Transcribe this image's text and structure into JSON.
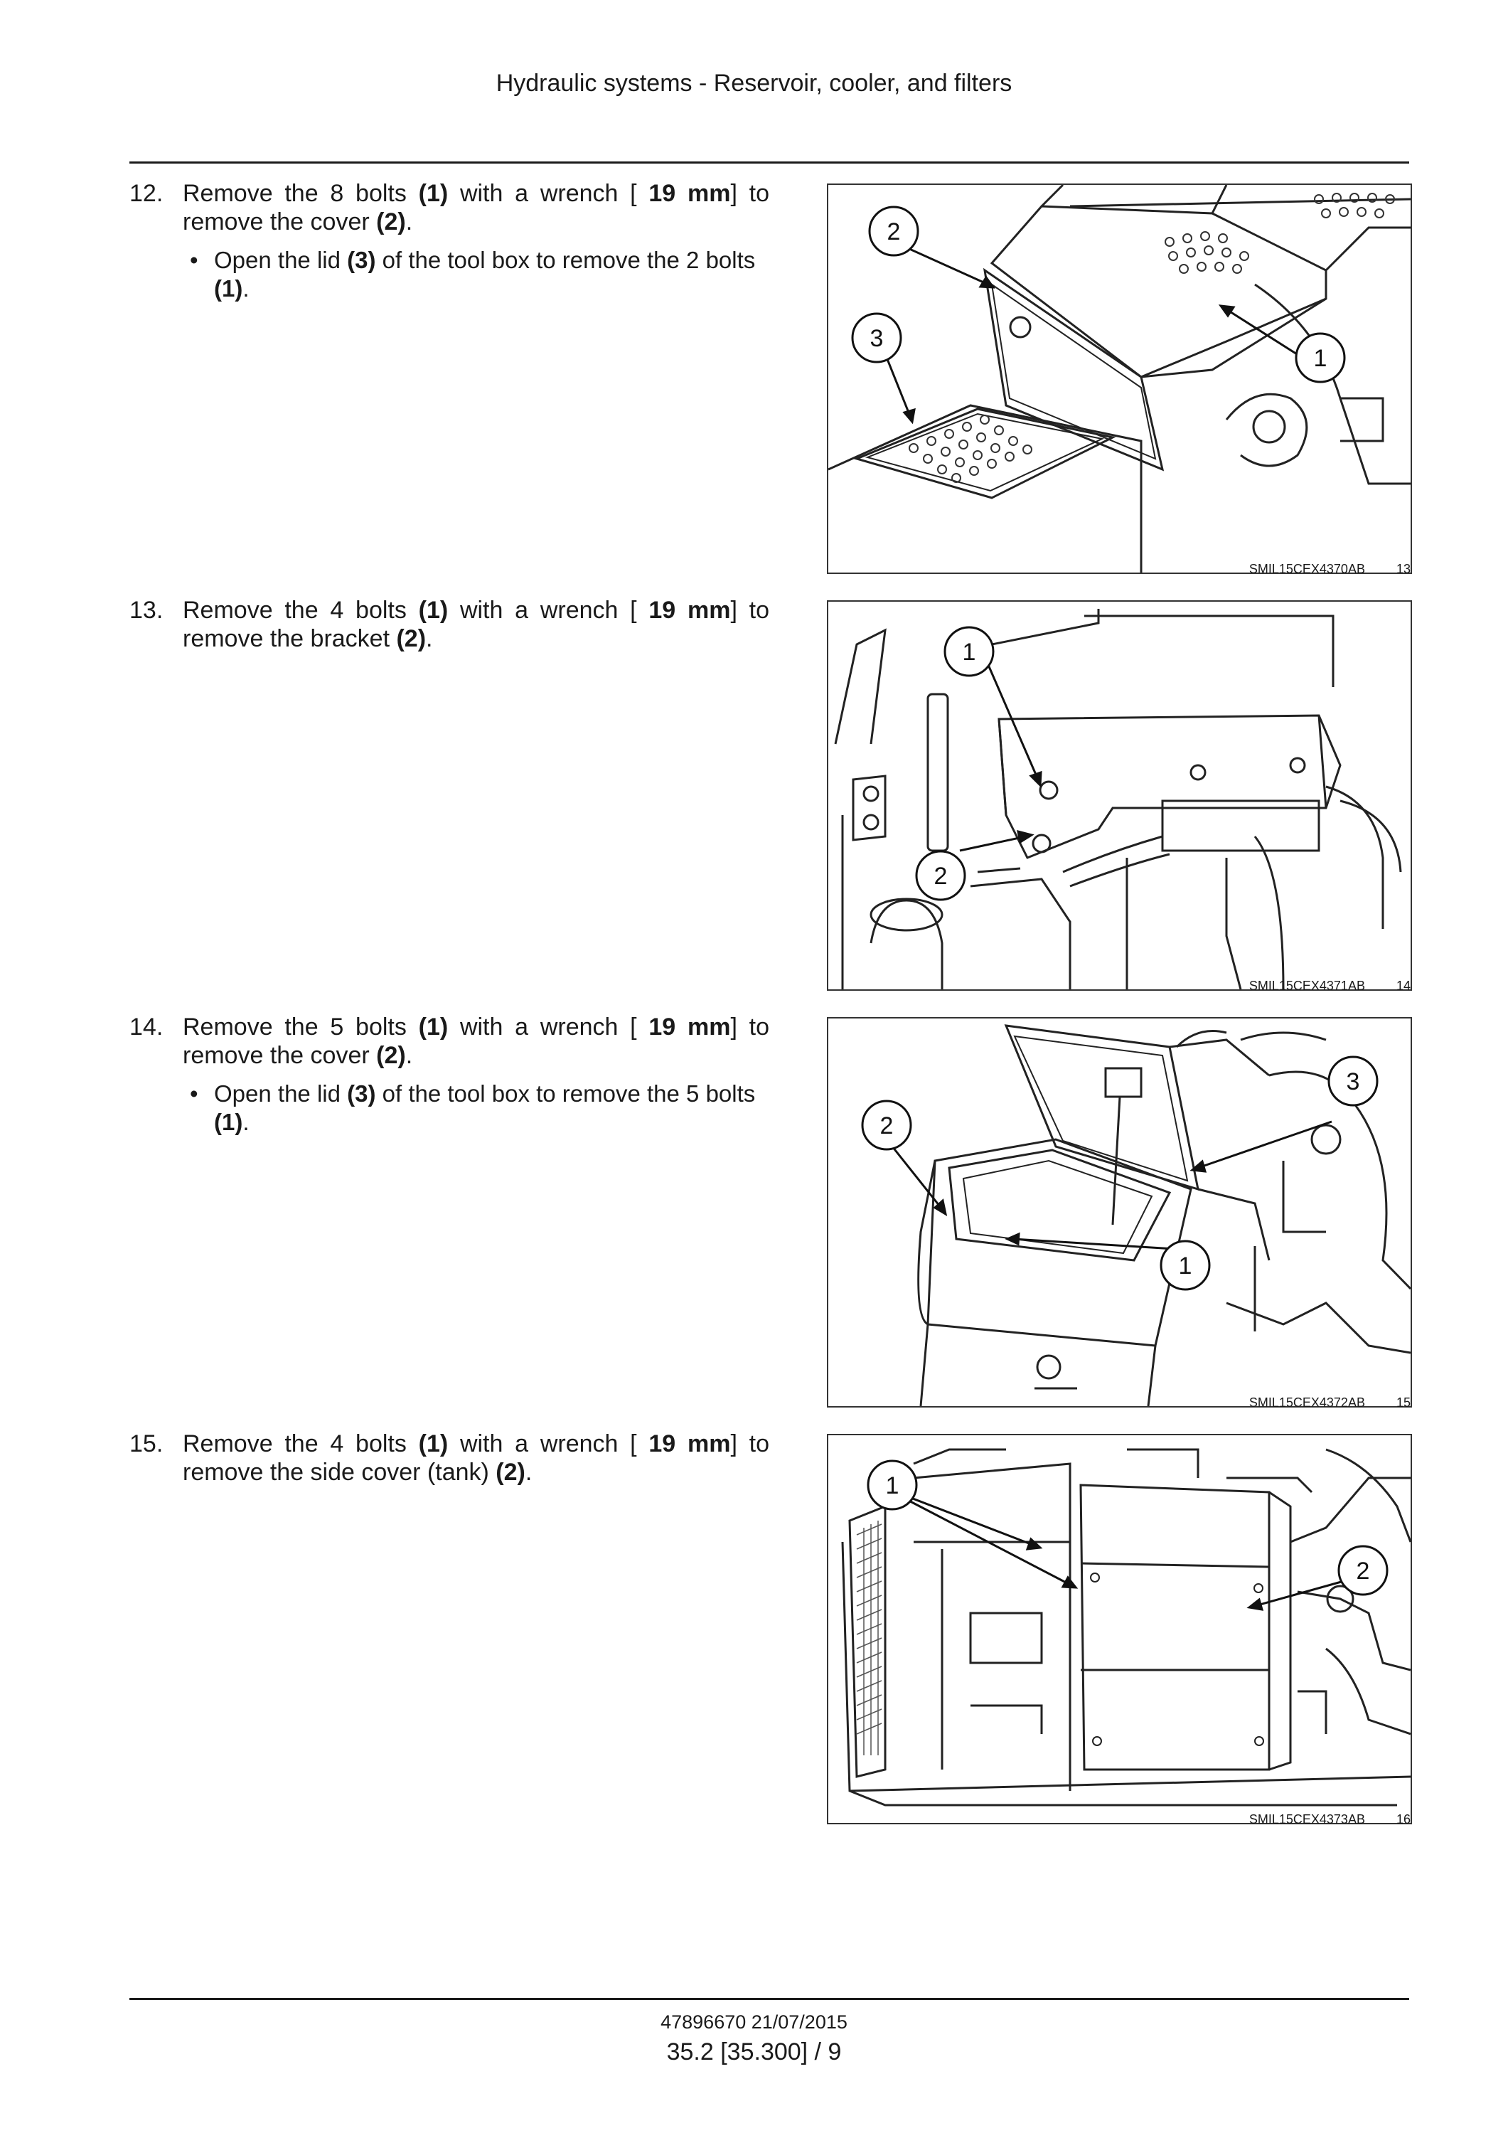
{
  "header": {
    "title": "Hydraulic systems - Reservoir, cooler, and filters"
  },
  "steps": [
    {
      "number": "12.",
      "text": {
        "a": "Remove the 8 bolts ",
        "b1": "(1)",
        "c": " with a wrench [ ",
        "b2": "19 mm",
        "d": "] to remove the cover ",
        "b3": "(2)",
        "e": "."
      },
      "sub": {
        "a": "Open the lid ",
        "b1": "(3)",
        "c": " of the tool box to remove the 2 bolts ",
        "b2": "(1)",
        "d": "."
      }
    },
    {
      "number": "13.",
      "text": {
        "a": "Remove the 4 bolts ",
        "b1": "(1)",
        "c": " with a wrench [ ",
        "b2": "19 mm",
        "d": "] to remove the bracket ",
        "b3": "(2)",
        "e": "."
      }
    },
    {
      "number": "14.",
      "text": {
        "a": "Remove the 5 bolts ",
        "b1": "(1)",
        "c": " with a wrench [ ",
        "b2": "19 mm",
        "d": "] to remove the cover ",
        "b3": "(2)",
        "e": "."
      },
      "sub": {
        "a": "Open the lid ",
        "b1": "(3)",
        "c": " of the tool box to remove the 5 bolts ",
        "b2": "(1)",
        "d": "."
      }
    },
    {
      "number": "15.",
      "text": {
        "a": "Remove the 4 bolts ",
        "b1": "(1)",
        "c": " with a wrench [ ",
        "b2": "19 mm",
        "d": "] to remove the side cover (tank) ",
        "b3": "(2)",
        "e": "."
      }
    }
  ],
  "figures": [
    {
      "code": "SMIL15CEX4370AB",
      "number": "13",
      "callouts": [
        "2",
        "3",
        "1"
      ]
    },
    {
      "code": "SMIL15CEX4371AB",
      "number": "14",
      "callouts": [
        "1",
        "2"
      ]
    },
    {
      "code": "SMIL15CEX4372AB",
      "number": "15",
      "callouts": [
        "2",
        "3",
        "1"
      ]
    },
    {
      "code": "SMIL15CEX4373AB",
      "number": "16",
      "callouts": [
        "1",
        "2"
      ]
    }
  ],
  "footer": {
    "doc_ref": "47896670 21/07/2015",
    "page_ref": "35.2 [35.300] / 9"
  }
}
